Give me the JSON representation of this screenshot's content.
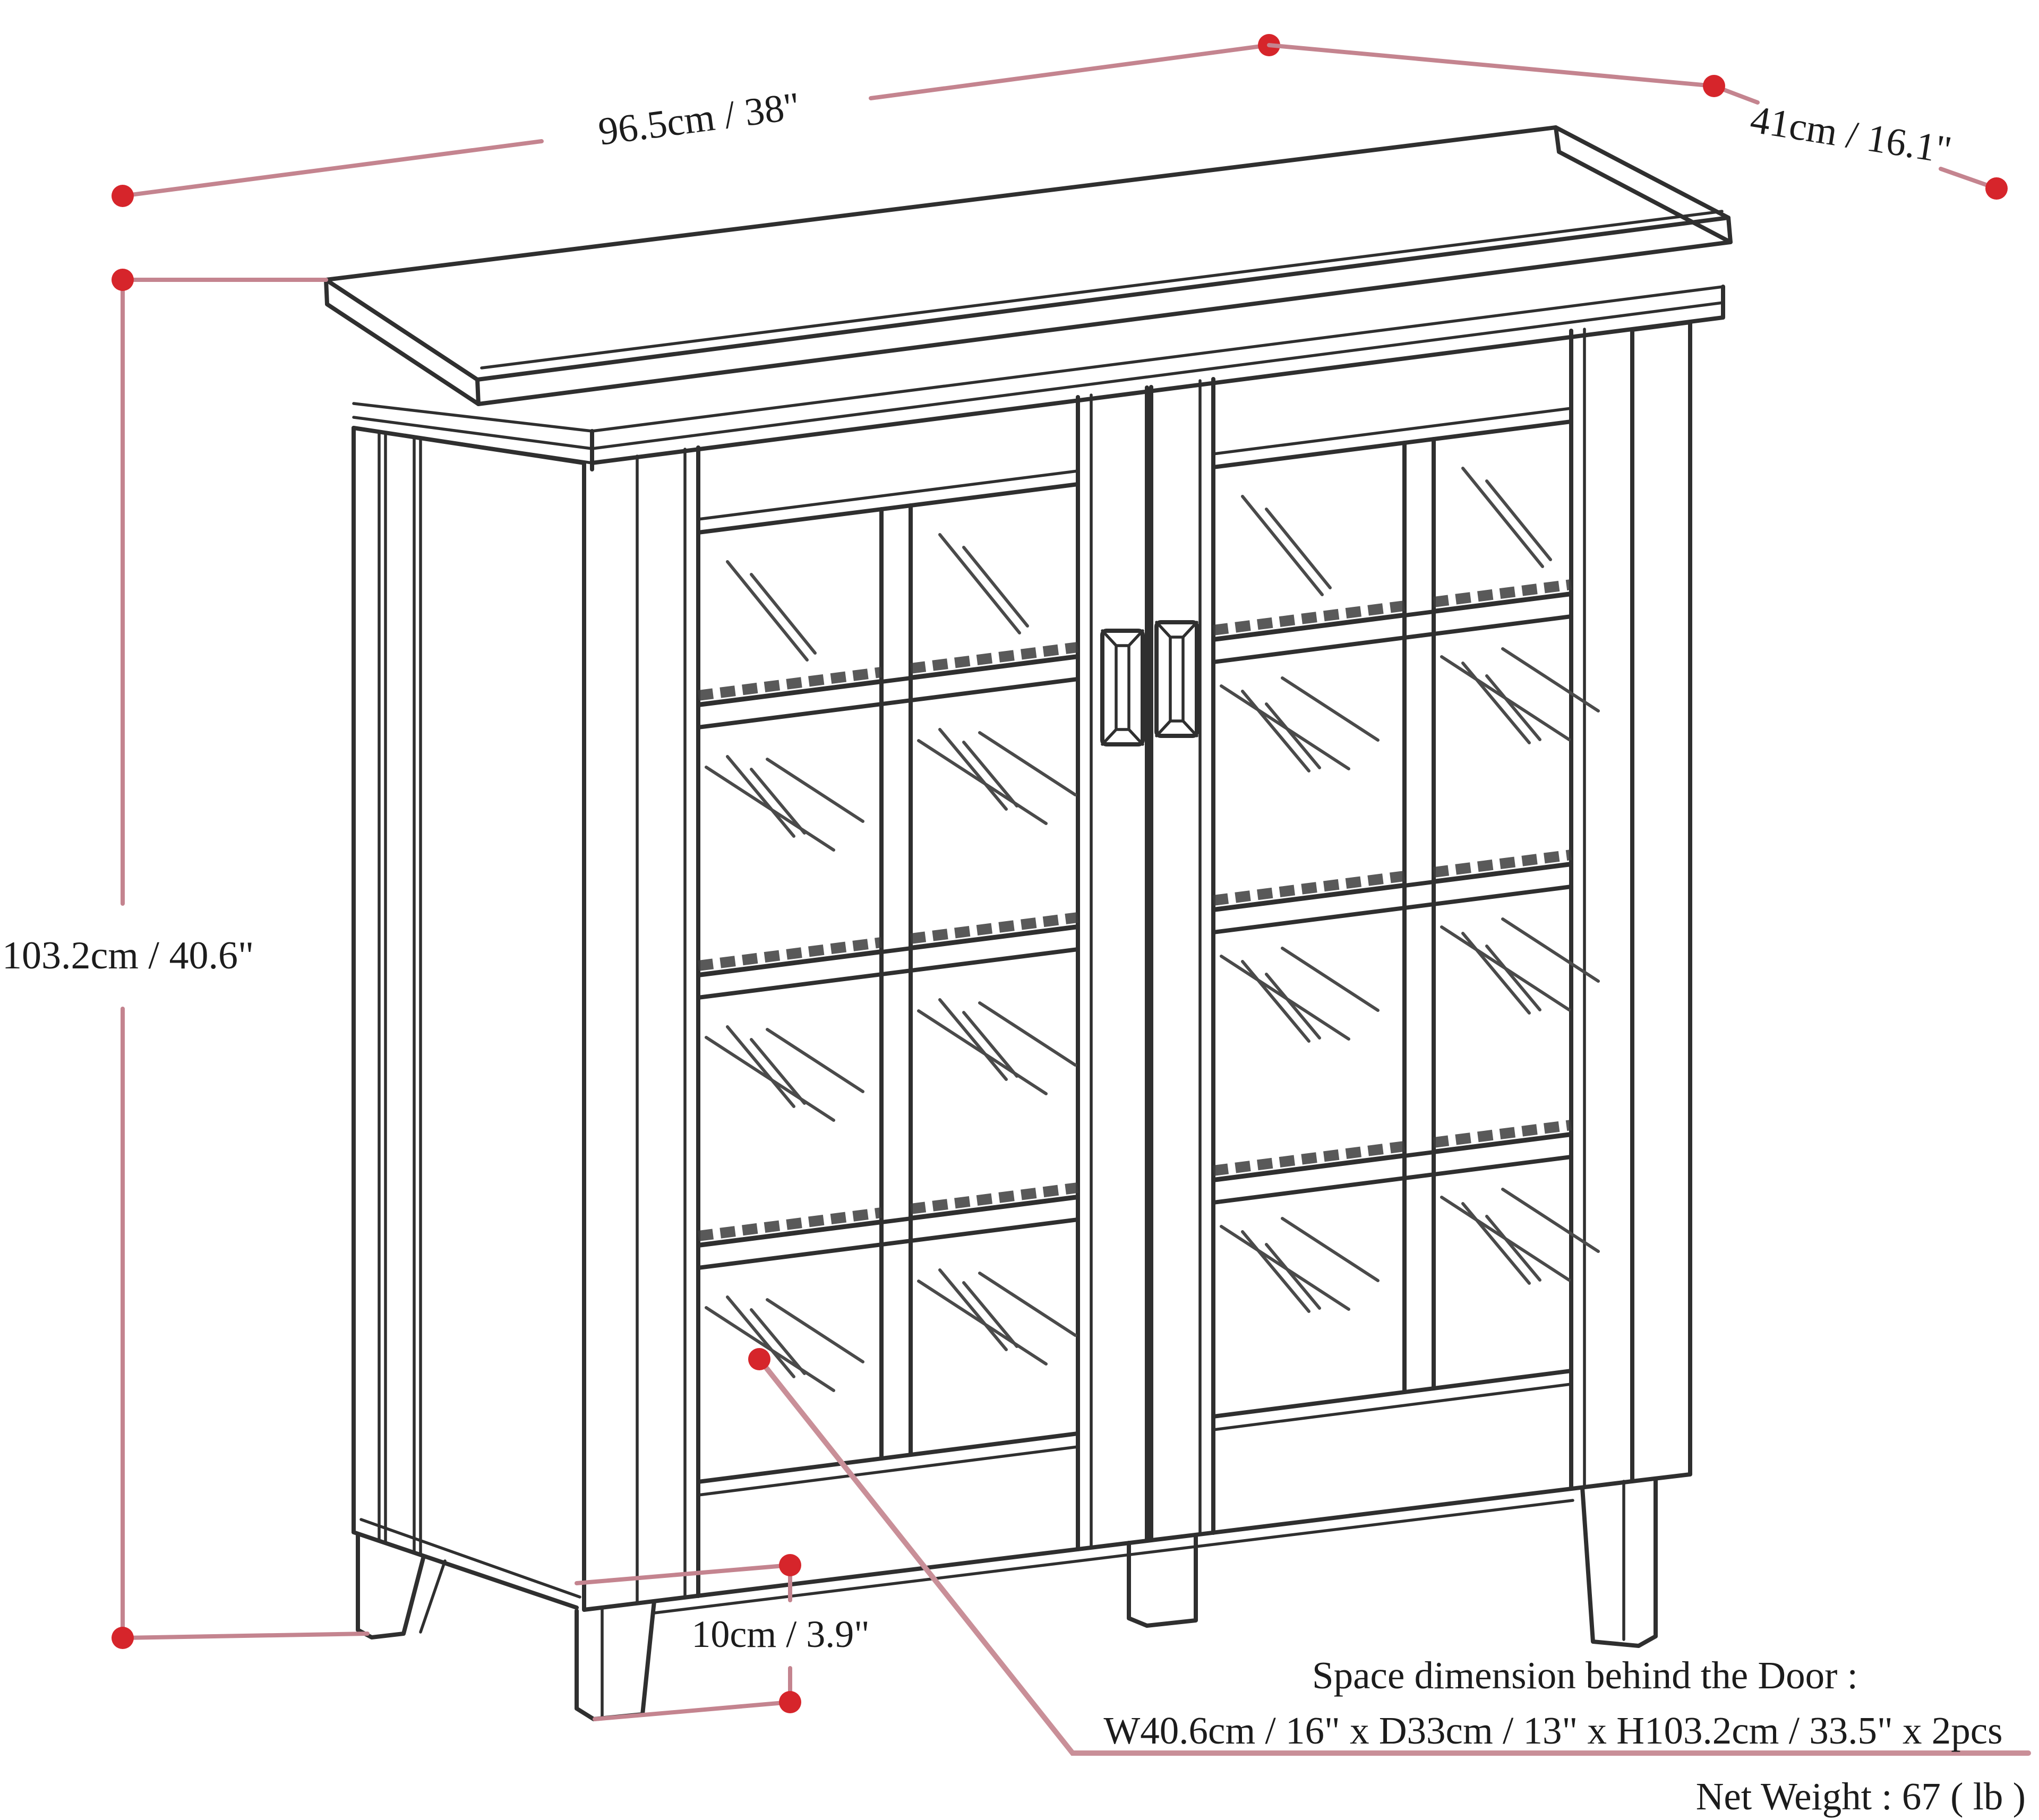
{
  "diagram": {
    "kind": "furniture-dimension-line-drawing",
    "product": "2-door glass storage cabinet",
    "labels": {
      "width_top": "96.5cm / 38\"",
      "depth": "41cm / 16.1\"",
      "height": "103.2cm / 40.6\"",
      "leg_height": "10cm / 3.9\""
    },
    "note": {
      "line1": "Space dimension behind the Door :",
      "line2": "W40.6cm / 16\" x D33cm / 13\" x H103.2cm / 33.5\" x 2pcs"
    },
    "net_weight": "Net Weight : 67 ( lb )",
    "colors": {
      "dimension_dot": "#d6252b",
      "dimension_line": "#c4848f",
      "drawing_line": "#2f2f2f",
      "text": "#1c1c1c",
      "background": "#ffffff"
    }
  }
}
